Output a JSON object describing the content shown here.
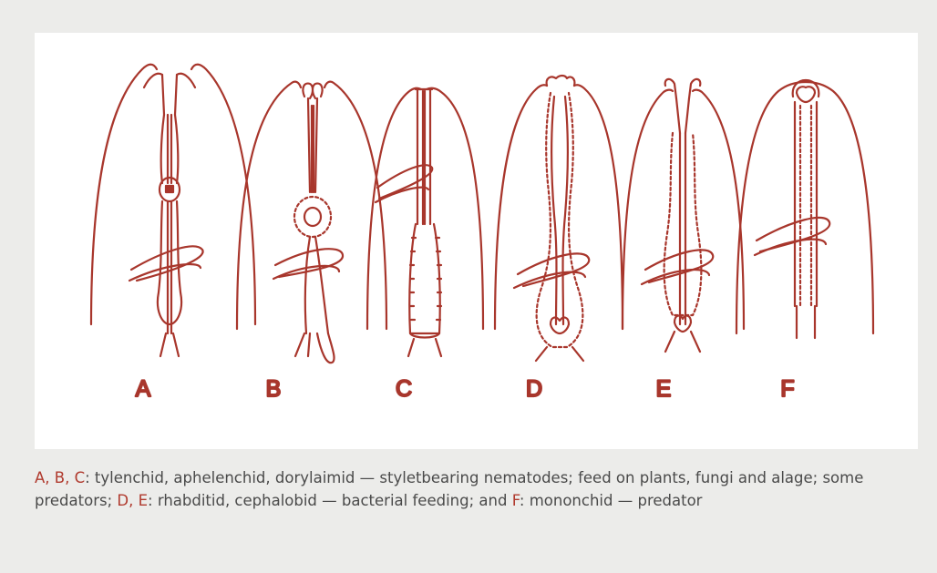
{
  "figure": {
    "stroke_color": "#a8362c",
    "letters": [
      "A",
      "B",
      "C",
      "D",
      "E",
      "F"
    ]
  },
  "caption": {
    "label_abc": "A, B, C",
    "text_abc": ": tylenchid, aphelenchid, dorylaimid — styletbearing nematodes; feed on plants, fungi and alage; some predators; ",
    "label_de": "D, E",
    "text_de": ": rhabditid, cephalobid — bacterial feeding; and ",
    "label_f": "F",
    "text_f": ": mononchid — predator"
  },
  "colors": {
    "label_red": "#b03a2e",
    "caption_text": "#4a4a4a",
    "background": "#ececea",
    "panel": "#ffffff"
  }
}
